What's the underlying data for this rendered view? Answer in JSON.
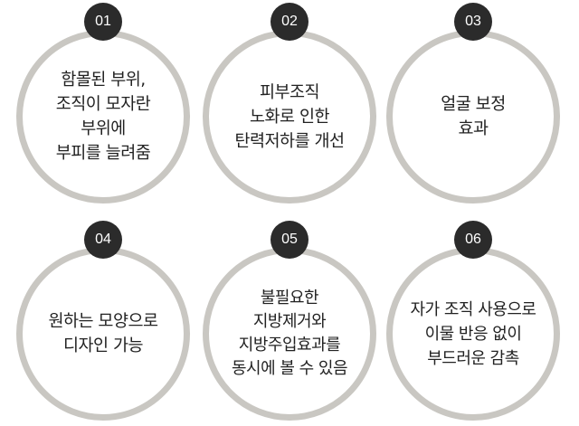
{
  "items": [
    {
      "number": "01",
      "lines": [
        "함몰된 부위,",
        "조직이 모자란",
        "부위에",
        "부피를 늘려줌"
      ]
    },
    {
      "number": "02",
      "lines": [
        "피부조직",
        "노화로 인한",
        "탄력저하를 개선"
      ]
    },
    {
      "number": "03",
      "lines": [
        "얼굴 보정",
        "효과"
      ]
    },
    {
      "number": "04",
      "lines": [
        "원하는 모양으로",
        "디자인 가능"
      ]
    },
    {
      "number": "05",
      "lines": [
        "불필요한",
        "지방제거와",
        "지방주입효과를",
        "동시에 볼 수 있음"
      ]
    },
    {
      "number": "06",
      "lines": [
        "자가 조직 사용으로",
        "이물 반응 없이",
        "부드러운 감촉"
      ]
    }
  ],
  "colors": {
    "ring": "#c9c7c2",
    "badge": "#2b2b2b",
    "text": "#222222"
  }
}
